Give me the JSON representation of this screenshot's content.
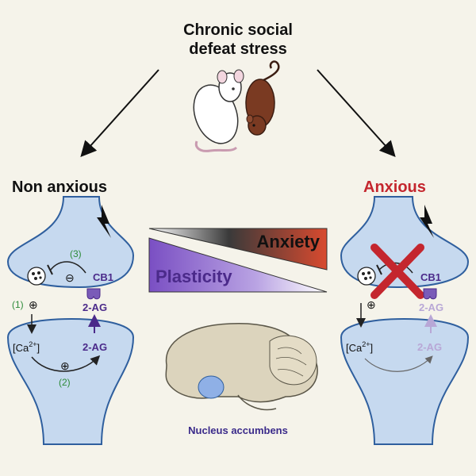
{
  "title_line1": "Chronic social",
  "title_line2": "defeat stress",
  "left": {
    "label": "Non anxious",
    "step1": "(1)",
    "step2": "(2)",
    "step3": "(3)",
    "plus": "⊕",
    "minus": "⊖",
    "receptor": "CB1",
    "ligand_pre": "2-AG",
    "ligand_post": "2-AG",
    "ca_base": "[Ca",
    "ca_sup": "2+",
    "ca_close": "]"
  },
  "right": {
    "label": "Anxious",
    "plus": "⊕",
    "receptor": "CB1",
    "ligand_pre": "2-AG",
    "ligand_post": "2-AG",
    "ca_base": "[Ca",
    "ca_sup": "2+",
    "ca_close": "]"
  },
  "center": {
    "anxiety_label": "Anxiety",
    "plasticity_label": "Plasticity",
    "brain_region": "Nucleus accumbens"
  },
  "colors": {
    "background": "#f5f3ea",
    "neuron_fill": "#c6d9ef",
    "neuron_stroke": "#2f5f9e",
    "anxious_red": "#c4262e",
    "purple": "#4b2a8a",
    "light_purple": "#b8a7d6",
    "green_steps": "#2e8b3a"
  },
  "icons": [
    "lightning-icon",
    "vesicle-icon",
    "cb1-receptor-icon",
    "block-x-icon",
    "mouse-white-icon",
    "mouse-brown-icon",
    "brain-icon"
  ]
}
